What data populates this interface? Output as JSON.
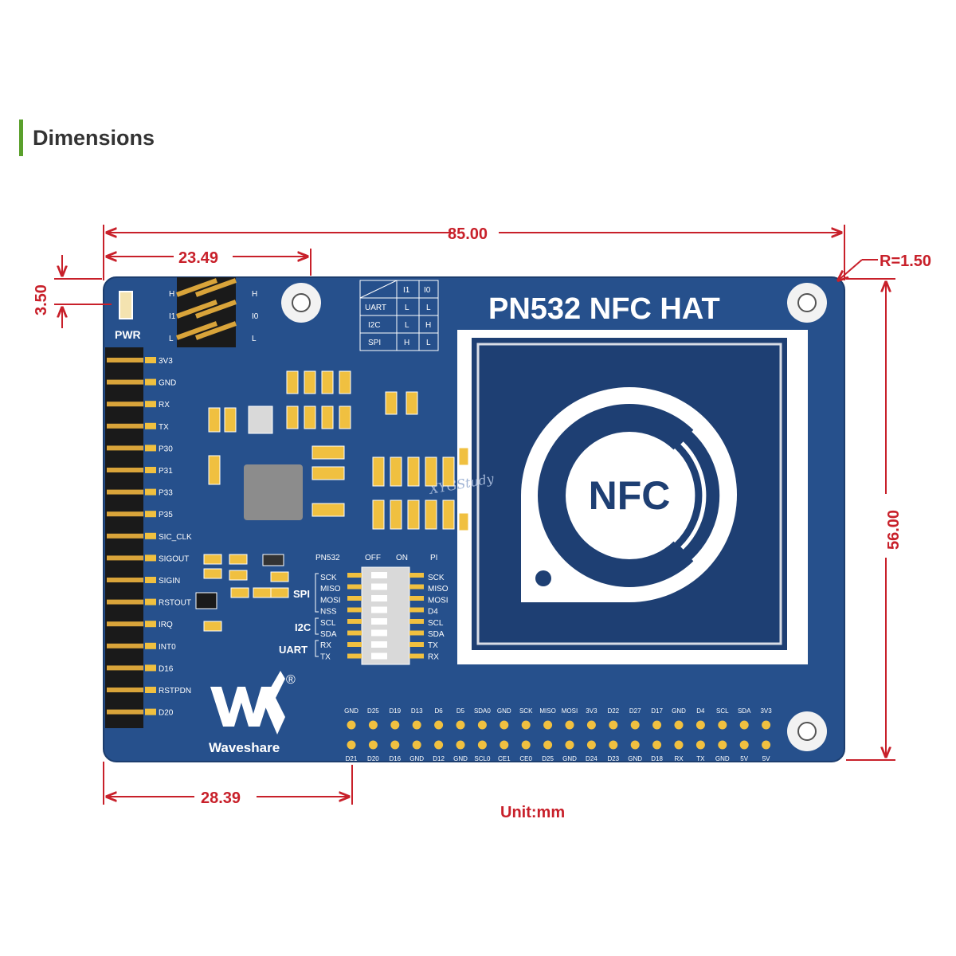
{
  "section_title": "Dimensions",
  "colors": {
    "accent_bar": "#5aa02c",
    "dimension": "#c8202a",
    "pcb": "#26508c",
    "pcb_dark": "#1e3f73"
  },
  "board": {
    "title": "PN532 NFC HAT",
    "pwr_label": "PWR",
    "brand": "Waveshare",
    "registered": "®",
    "nfc_logo_text": "NFC",
    "watermark": "XYGStudy",
    "jumper_labels_left": [
      "H",
      "I1",
      "L"
    ],
    "jumper_labels_right": [
      "H",
      "I0",
      "L"
    ],
    "mode_table": {
      "header": [
        "",
        "I1",
        "I0"
      ],
      "rows": [
        [
          "UART",
          "L",
          "L"
        ],
        [
          "I2C",
          "L",
          "H"
        ],
        [
          "SPI",
          "H",
          "L"
        ]
      ]
    },
    "left_pins": [
      "3V3",
      "GND",
      "RX",
      "TX",
      "P30",
      "P31",
      "P33",
      "P35",
      "SIC_CLK",
      "SIGOUT",
      "SIGIN",
      "RSTOUT",
      "IRQ",
      "INT0",
      "D16",
      "RSTPDN",
      "D20"
    ],
    "switch_header": [
      "PN532",
      "OFF",
      "ON",
      "PI"
    ],
    "switch_left": [
      "SCK",
      "MISO",
      "MOSI",
      "NSS",
      "SCL",
      "SDA",
      "RX",
      "TX"
    ],
    "switch_right": [
      "SCK",
      "MISO",
      "MOSI",
      "D4",
      "SCL",
      "SDA",
      "TX",
      "RX"
    ],
    "bus_labels": [
      "SPI",
      "I2C",
      "UART"
    ],
    "header_top": [
      "GND",
      "D25",
      "D19",
      "D13",
      "D6",
      "D5",
      "SDA0",
      "GND",
      "SCK",
      "MISO",
      "MOSI",
      "3V3",
      "D22",
      "D27",
      "D17",
      "GND",
      "D4",
      "SCL",
      "SDA",
      "3V3"
    ],
    "header_bottom": [
      "D21",
      "D20",
      "D16",
      "GND",
      "D12",
      "GND",
      "SCL0",
      "CE1",
      "CE0",
      "D25",
      "GND",
      "D24",
      "D23",
      "GND",
      "D18",
      "RX",
      "TX",
      "GND",
      "5V",
      "5V"
    ]
  },
  "dimensions": {
    "width": "85.00",
    "pin_offset": "23.49",
    "hole_offset": "3.50",
    "radius": "R=1.50",
    "height": "56.00",
    "bottom_offset": "28.39",
    "unit": "Unit:mm"
  }
}
